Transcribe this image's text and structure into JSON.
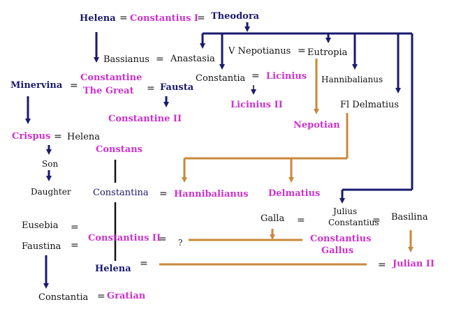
{
  "people": {
    "helena_1": "Helena",
    "constantius_i": "Constantius I",
    "theodora": "Theodora",
    "bassianus": "Bassianus",
    "anastasia": "Anastasia",
    "v_nepotianus": "V Nepotianus",
    "eutropia": "Eutropia",
    "minervina": "Minervina",
    "constantine_the_great": [
      "Constantine",
      "The Great"
    ],
    "fausta": "Fausta",
    "constantia_1": "Constantia",
    "licinius": "Licinius",
    "licinius_ii": "Licinius II",
    "hannibalianus_1": "Hannibalianus",
    "fl_delmatius": "Fl Delmatius",
    "constantine_ii": "Constantine II",
    "crispus": "Crispus",
    "helena_2": "Helena",
    "son": "Son",
    "daughter": "Daughter",
    "constans": "Constans",
    "nepotian": "Nepotian",
    "constantina": "Constantina",
    "hannibalianus_2": "Hannibalianus",
    "delmatius": "Delmatius",
    "julius_constantius": [
      "Julius",
      "Constantius"
    ],
    "galla": "Galla",
    "basilina": "Basilina",
    "eusebia": "Eusebia",
    "faustina": "Faustina",
    "constantius_ii": "Constantius II",
    "unknown": "?",
    "constantius_gallus": [
      "Constantius",
      "Gallus"
    ],
    "helena_3": "Helena",
    "julian_ii": "Julian II",
    "constantia_2": "Constantia",
    "gratian": "Gratian"
  },
  "symbols": {
    "marriage": "="
  },
  "colors": {
    "navy": "#1a1a6e",
    "magenta": "#cc33cc",
    "black": "#111111",
    "brown": "#c8893a"
  }
}
